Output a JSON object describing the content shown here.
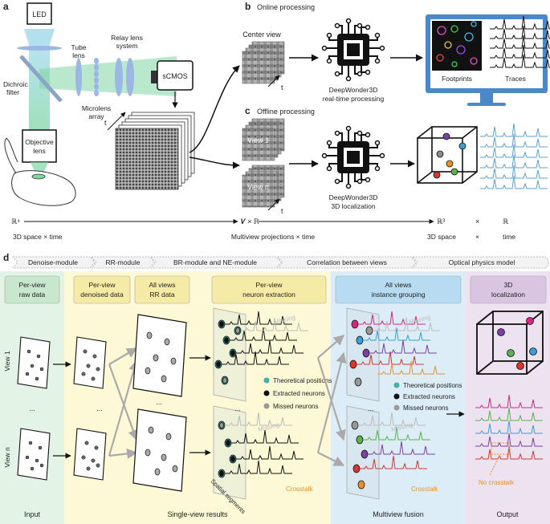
{
  "panels": {
    "a": {
      "letter": "a",
      "led": "LED",
      "tube_lens": [
        "Tube",
        "lens"
      ],
      "relay": [
        "Relay lens",
        "system"
      ],
      "sensor": "sCMOS",
      "dichroic": [
        "Dichroic",
        "filter"
      ],
      "microlens": [
        "Microlens",
        "array"
      ],
      "objective": [
        "Objective",
        "lens"
      ],
      "t_label": "t"
    },
    "b": {
      "letter": "b",
      "title": "Online processing",
      "center_view": "Center view",
      "t_label": "t",
      "chip_label": [
        "DeepWonder3D",
        "real-time processing"
      ],
      "footprints": "Footprints",
      "traces": "Traces"
    },
    "c": {
      "letter": "c",
      "title": "Offline processing",
      "view1": "View 1",
      "viewn": "View n",
      "t_label": "t",
      "chip_label": [
        "DeepWonder3D",
        "3D localization"
      ]
    },
    "axis": {
      "r4": "ℝ⁴",
      "vr": "𝑽 × ℝ",
      "r3": "ℝ³",
      "times": "×",
      "r": "ℝ",
      "space_time": "3D space × time",
      "multiview": "Multiview projections × time",
      "space3d": "3D space",
      "time": "time"
    },
    "d": {
      "letter": "d",
      "modules": [
        "Denoise-module",
        "RR-module",
        "BR-module and NE-module",
        "Correlation between views",
        "Optical physics model"
      ],
      "col_titles": {
        "raw": [
          "Per-view",
          "raw data"
        ],
        "denoised": [
          "Per-view",
          "denoised data"
        ],
        "rr": [
          "All views",
          "RR data"
        ],
        "extraction": [
          "Per-view",
          "neuron extraction"
        ],
        "grouping": [
          "All views",
          "instance grouping"
        ],
        "loc": [
          "3D",
          "localization"
        ]
      },
      "view1": "View 1",
      "viewn": "View n",
      "dots": "...",
      "missing": "Missing",
      "crosstalk": "Crosstalk",
      "no_crosstalk": "No crosstalk",
      "spatial": "Spatial segments",
      "legend": [
        "Theoretical positions",
        "Extracted neurons",
        "Missed neurons"
      ],
      "footers": [
        "Input",
        "Single-view results",
        "Multiview fusion",
        "Output"
      ]
    }
  },
  "colors": {
    "green_bg": "#e3f3e6",
    "yellow_bg": "#fdf8d6",
    "blue_bg": "#dcedf8",
    "purple_bg": "#ece2f0",
    "trace_blue": "#5aa0d2",
    "teal": "#3db2a8",
    "magenta": "#d6267d",
    "purple": "#7b3fa6",
    "orange": "#e8932a",
    "green": "#59b24b",
    "red": "#d9362c",
    "cyan": "#3a9fd8"
  }
}
